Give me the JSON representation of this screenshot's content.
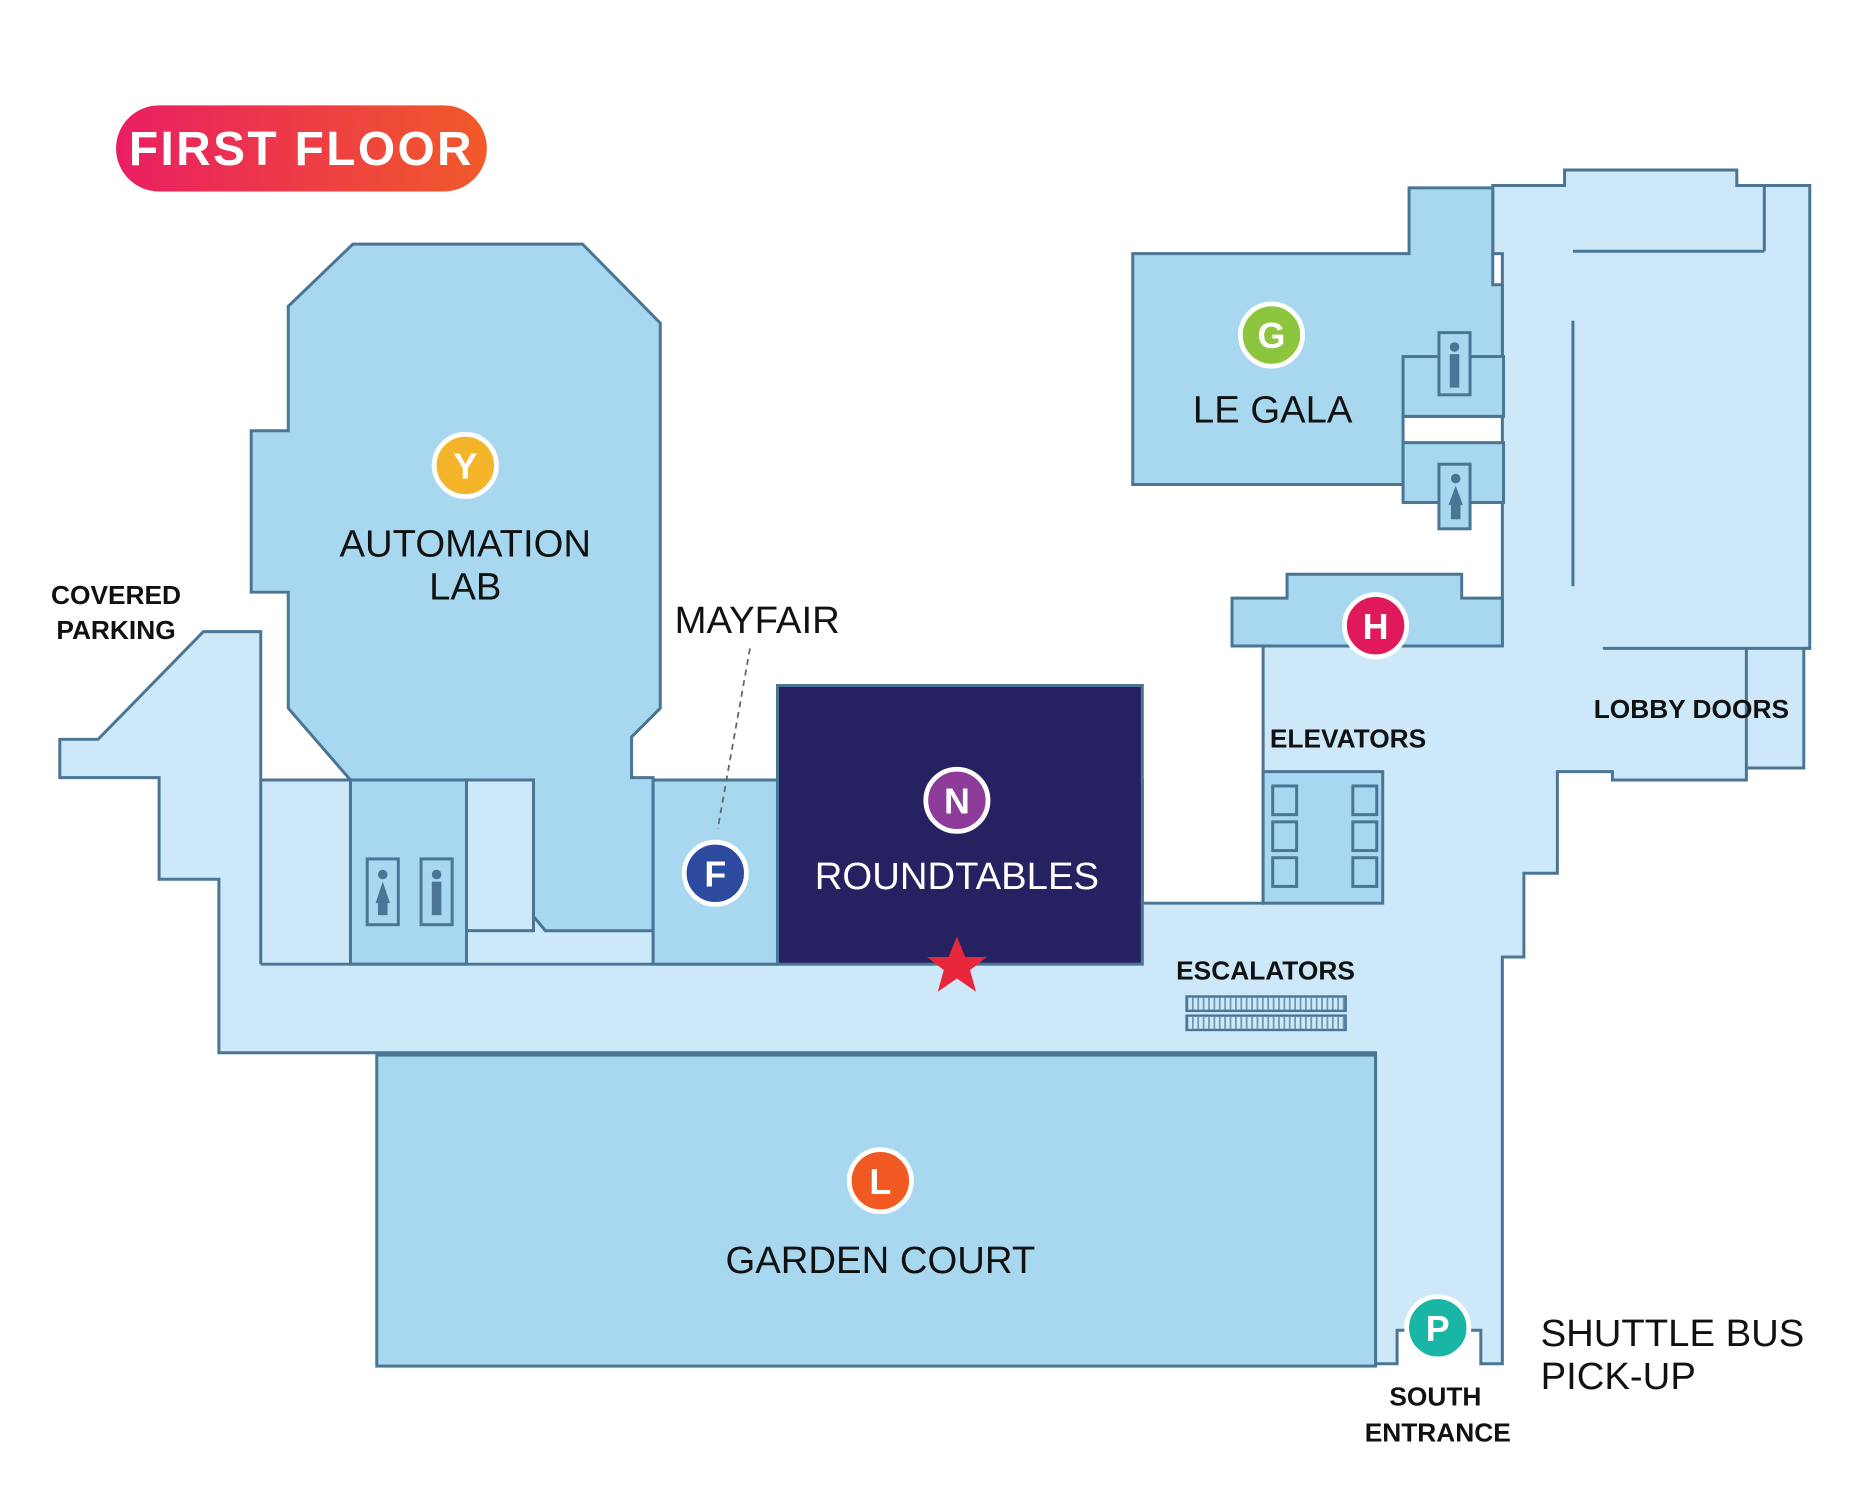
{
  "title": "FIRST FLOOR",
  "colors": {
    "corridor": "#cde9f9",
    "room": "#a8d8f0",
    "wall": "#4a7595",
    "roundtables": "#262262",
    "star": "#e8273a"
  },
  "rooms": [
    {
      "letter": "Y",
      "name_line1": "AUTOMATION",
      "name_line2": "LAB",
      "color": "#f5b52a"
    },
    {
      "letter": "G",
      "name": "LE GALA",
      "color": "#8cc63f"
    },
    {
      "letter": "H",
      "color": "#e0195a"
    },
    {
      "letter": "N",
      "name": "ROUNDTABLES",
      "color": "#8e3b9a"
    },
    {
      "letter": "F",
      "name": "MAYFAIR",
      "color": "#2e4a9e"
    },
    {
      "letter": "L",
      "name": "GARDEN COURT",
      "color": "#f05a22"
    },
    {
      "letter": "P",
      "name_line1": "SHUTTLE BUS",
      "name_line2": "PICK-UP",
      "color": "#19b5a5"
    }
  ],
  "labels": {
    "covered_parking_1": "COVERED",
    "covered_parking_2": "PARKING",
    "elevators": "ELEVATORS",
    "escalators": "ESCALATORS",
    "lobby_doors": "LOBBY DOORS",
    "south_entrance_1": "SOUTH",
    "south_entrance_2": "ENTRANCE"
  },
  "icons": [
    "restroom-women-icon",
    "restroom-men-icon",
    "you-are-here-star-icon"
  ]
}
